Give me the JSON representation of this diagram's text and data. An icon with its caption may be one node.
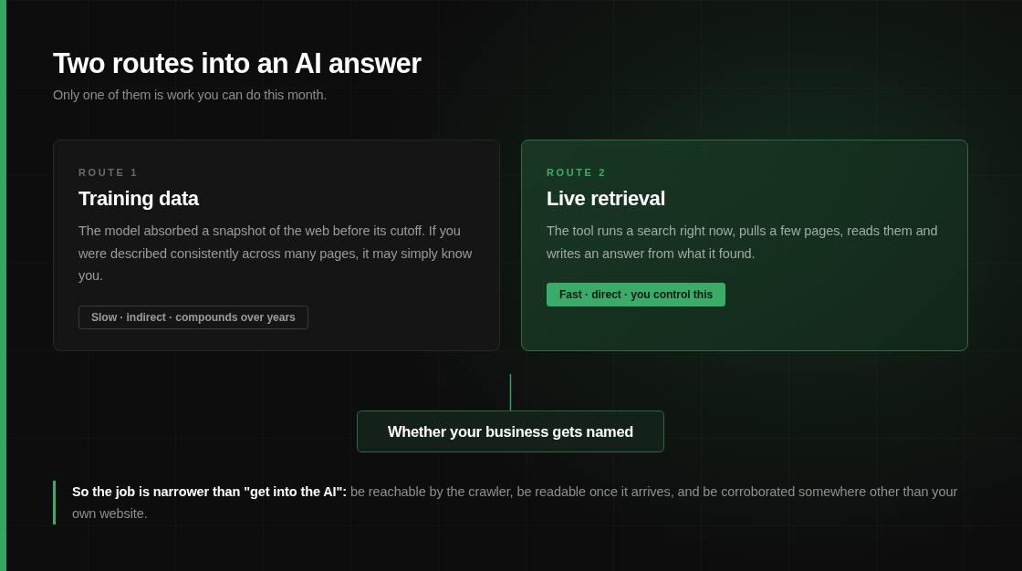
{
  "diagram": {
    "title": "Two routes into an AI answer",
    "nodes": [
      {
        "text": [
          "ROUTE 1",
          "Training data",
          "The model absorbed a snapshot of the web before its cutoff. If you were described consistently across many pages, it may simply know you."
        ]
      },
      {
        "text": [
          "Slow · indirect · compounds over years"
        ],
        "in": 0
      },
      {
        "text": [
          "ROUTE 2",
          "Live retrieval",
          "The tool runs a search right now, pulls a few pages, reads them and writes an answer from what it found."
        ]
      },
      {
        "text": [
          "Fast · direct · you control this"
        ],
        "in": 2
      },
      {
        "text": [
          "Whether your business gets named"
        ]
      }
    ],
    "edges": [
      {
        "from": null,
        "to": 4,
        "arrow": "none"
      }
    ],
    "labels": [
      "Only one of them is work you can do this month.",
      "**So the job is narrower than \"get into the AI\":** be reachable by the crawler, be readable once it arrives, and be corroborated somewhere other than your own website."
    ]
  }
}
